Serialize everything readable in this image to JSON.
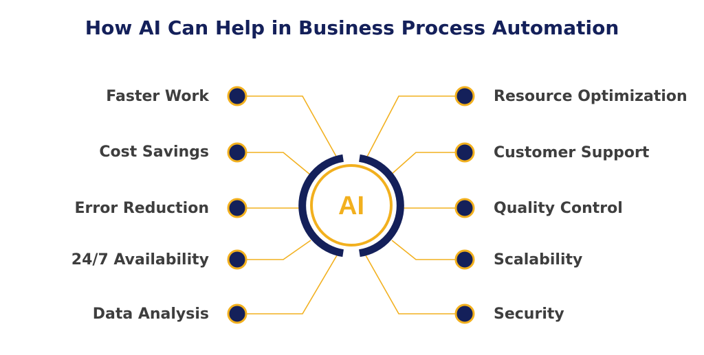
{
  "title": "How AI Can Help in Business Process Automation",
  "center": {
    "label": "AI"
  },
  "left_items": [
    "Faster Work",
    "Cost Savings",
    "Error Reduction",
    "24/7 Availability",
    "Data Analysis"
  ],
  "right_items": [
    "Resource Optimization",
    "Customer Support",
    "Quality Control",
    "Scalability",
    "Security"
  ],
  "colors": {
    "navy": "#14205a",
    "gold": "#f2b01e",
    "text": "#3e3e3e",
    "background": "#ffffff"
  }
}
